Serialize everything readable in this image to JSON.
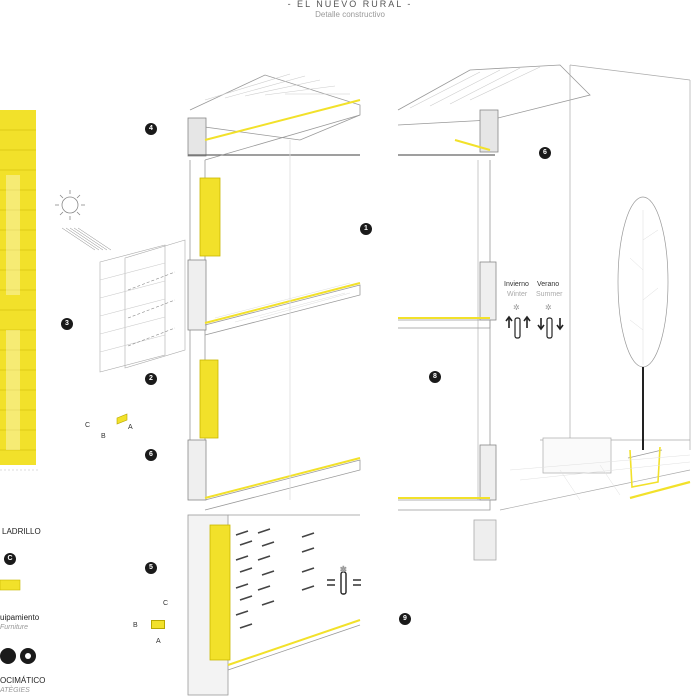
{
  "header": {
    "title": "- EL NUEVO RURAL -",
    "subtitle": "Detalle constructivo"
  },
  "markers": [
    "1",
    "2",
    "3",
    "4",
    "5",
    "6",
    "6",
    "8",
    "9"
  ],
  "seasons": {
    "winter": {
      "es": "Invierno",
      "en": "Winter"
    },
    "summer": {
      "es": "Verano",
      "en": "Summer"
    }
  },
  "abc_upper": [
    "C",
    "B",
    "A"
  ],
  "abc_lower": [
    "C",
    "B",
    "A"
  ],
  "legend": {
    "brick": "LADRILLO",
    "c_badge": "C",
    "furniture_es": "uipamiento",
    "furniture_en": "Furniture",
    "bioclimatic_es": "OCIMÁTICO",
    "bioclimatic_en": "ATÈGIES"
  },
  "colors": {
    "accent": "#f2e12a",
    "ink": "#1a1a1a",
    "line": "#9a9a9a",
    "light": "#d6d6d6"
  }
}
